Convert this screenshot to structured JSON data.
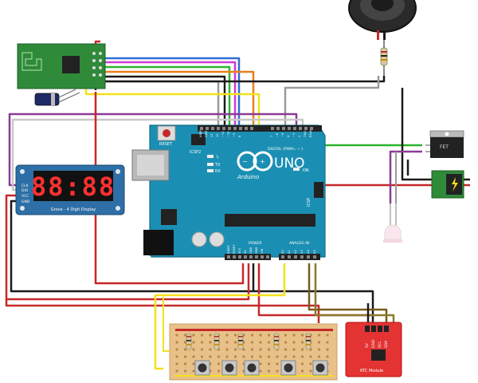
{
  "arduino": {
    "logo_text": "UNO",
    "brand_text": "Arduino",
    "reset_label": "RESET",
    "icsp2_label": "ICSP2",
    "icsp_label": "ICSP",
    "digital_label": "DIGITAL (PWM= ~ )",
    "analog_label": "ANALOG IN",
    "power_label": "POWER",
    "on_label": "ON",
    "l_label": "L",
    "tx_label": "TX",
    "rx_label": "RX",
    "aref_label": "AREF",
    "gnd_label": "GND",
    "pin13_label": "13",
    "pin12_label": "12",
    "pin11_label": "~11",
    "pin10_label": "~10",
    "pin9_label": "~9",
    "pin8_label": "8",
    "pin7_label": "7",
    "pin6_label": "~6",
    "pin5_label": "~5",
    "pin4_label": "4",
    "pin3_label": "~3",
    "pin2_label": "2",
    "tx1_label": "TX▸1",
    "rx0_label": "RX◂0",
    "ioref_label": "IOREF",
    "reset_pin_label": "RESET",
    "v33_label": "3V3",
    "v5_label": "5V",
    "gnd1_label": "GND",
    "gnd2_label": "GND",
    "vin_label": "VIN",
    "a0_label": "A0",
    "a1_label": "A1",
    "a2_label": "A2",
    "a3_label": "A3",
    "a4_label": "A4",
    "a5_label": "A5"
  },
  "display": {
    "digits": "88:88",
    "caption": "Grove - 4 Digit Display",
    "pin_clk": "CLK",
    "pin_dio": "DIO",
    "pin_vcc": "VCC",
    "pin_gnd": "GND"
  },
  "rtc": {
    "title": "RTC Module",
    "pin_5v": "5V",
    "pin_gnd": "GND",
    "pin_scl": "SCL",
    "pin_sda": "SDA"
  },
  "mosfet": {
    "label": "FET"
  },
  "colors": {
    "arduino_blue": "#1b8fb3",
    "display_blue": "#2d6fa6",
    "rtc_red": "#e33333",
    "breadboard": "#e8c188",
    "rf_green": "#2f8a3a",
    "wire_red": "#c62828",
    "wire_black": "#1a1a1a",
    "wire_yellow": "#f3e11a",
    "wire_blue": "#2f6fd6",
    "wire_magenta": "#d03ad8",
    "wire_green": "#2db42d",
    "wire_orange": "#e8801a",
    "wire_gray": "#9a9a9a",
    "wire_purple": "#8c3a96",
    "wire_brown": "#7a5a1a",
    "wire_olive": "#8a7a2a"
  },
  "icons": [
    "speaker-icon",
    "capacitor-icon",
    "led-icon",
    "pushbutton-icon",
    "dc-jack-icon",
    "infinity-logo-icon"
  ]
}
